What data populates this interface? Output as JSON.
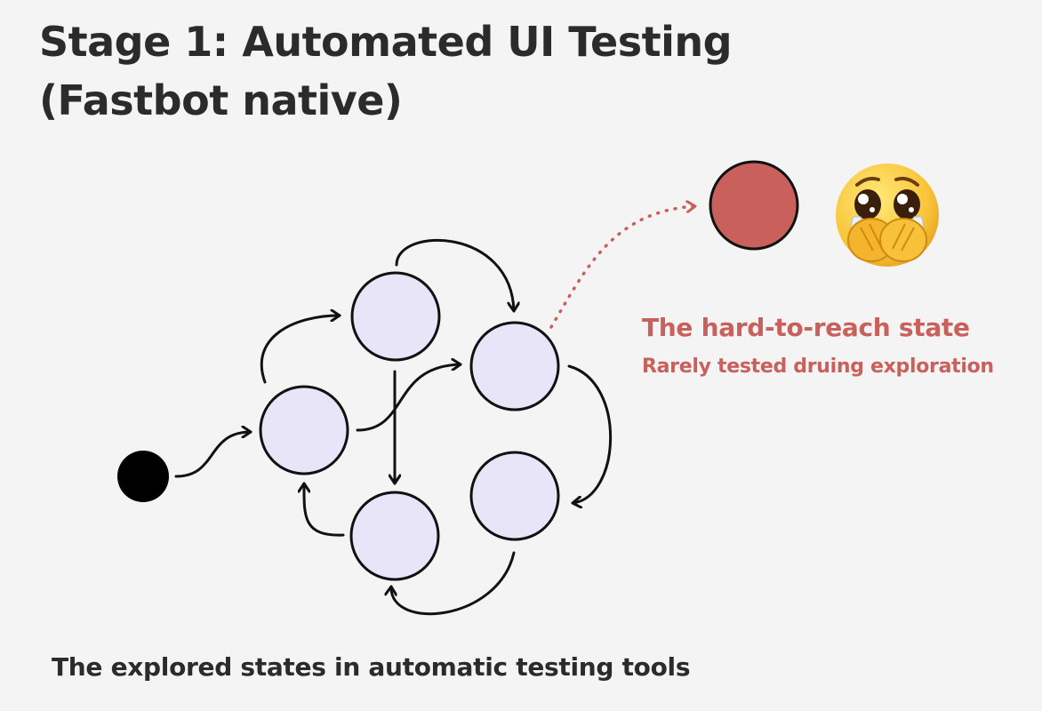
{
  "title": {
    "line1": "Stage 1: Automated UI Testing",
    "line2": "(Fastbot native)"
  },
  "hard_state": {
    "title": "The hard-to-reach state",
    "subtitle": "Rarely tested druing exploration",
    "emoji": "face-holding-back-tears"
  },
  "caption": "The explored states in automatic testing tools",
  "colors": {
    "background": "#f4f4f4",
    "state_fill": "#e8e5f9",
    "hard_state_fill": "#c9605b",
    "accent_text": "#c9605b",
    "stroke": "#111111"
  }
}
